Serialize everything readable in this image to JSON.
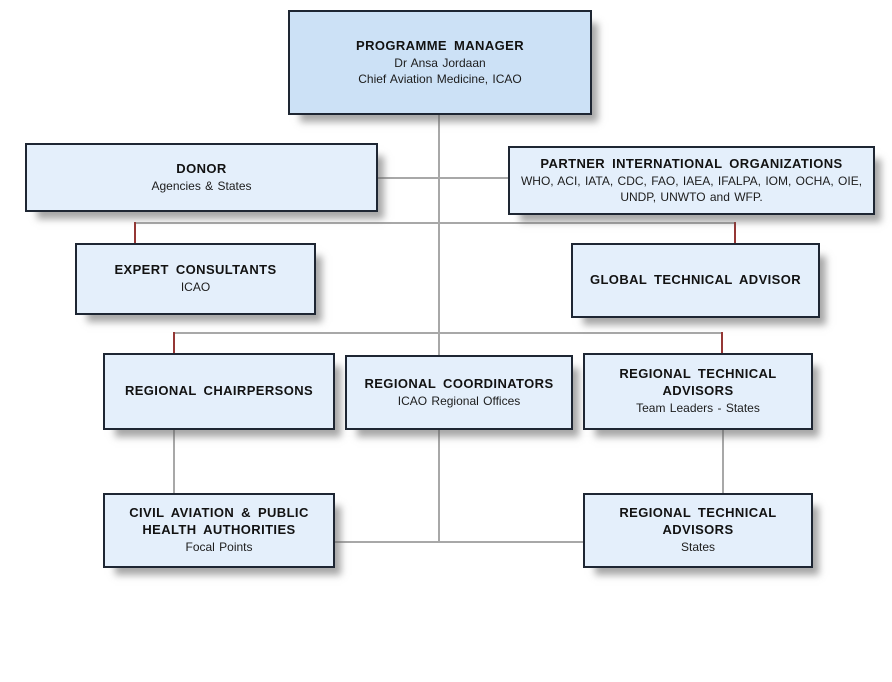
{
  "diagram": {
    "type": "org-chart",
    "colors": {
      "root_node_fill": "#cce1f6",
      "node_fill": "#e4effb",
      "node_border": "#1e2633",
      "connector_gray": "#a8a8a8",
      "connector_red": "#953735"
    }
  },
  "nodes": [
    {
      "id": "programme-manager",
      "title": "PROGRAMME MANAGER",
      "subtitle": "Dr Ansa Jordaan\nChief Aviation Medicine, ICAO"
    },
    {
      "id": "donor",
      "title": "DONOR",
      "subtitle": "Agencies & States"
    },
    {
      "id": "partner-international-organizations",
      "title": "PARTNER INTERNATIONAL ORGANIZATIONS",
      "subtitle": "WHO, ACI, IATA, CDC, FAO, IAEA, IFALPA, IOM, OCHA, OIE, UNDP, UNWTO and WFP."
    },
    {
      "id": "expert-consultants",
      "title": "EXPERT CONSULTANTS",
      "subtitle": "ICAO"
    },
    {
      "id": "global-technical-advisor",
      "title": "GLOBAL TECHNICAL ADVISOR"
    },
    {
      "id": "regional-chairpersons",
      "title": "REGIONAL CHAIRPERSONS"
    },
    {
      "id": "regional-coordinators",
      "title": "REGIONAL COORDINATORS",
      "subtitle": "ICAO Regional Offices"
    },
    {
      "id": "regional-technical-advisors-team-leaders",
      "title": "REGIONAL TECHNICAL ADVISORS",
      "subtitle": "Team Leaders - States"
    },
    {
      "id": "civil-aviation-public-health-authorities",
      "title": "CIVIL AVIATION & PUBLIC HEALTH AUTHORITIES",
      "subtitle": "Focal Points"
    },
    {
      "id": "regional-technical-advisors-states",
      "title": "REGIONAL TECHNICAL ADVISORS",
      "subtitle": "States"
    }
  ]
}
